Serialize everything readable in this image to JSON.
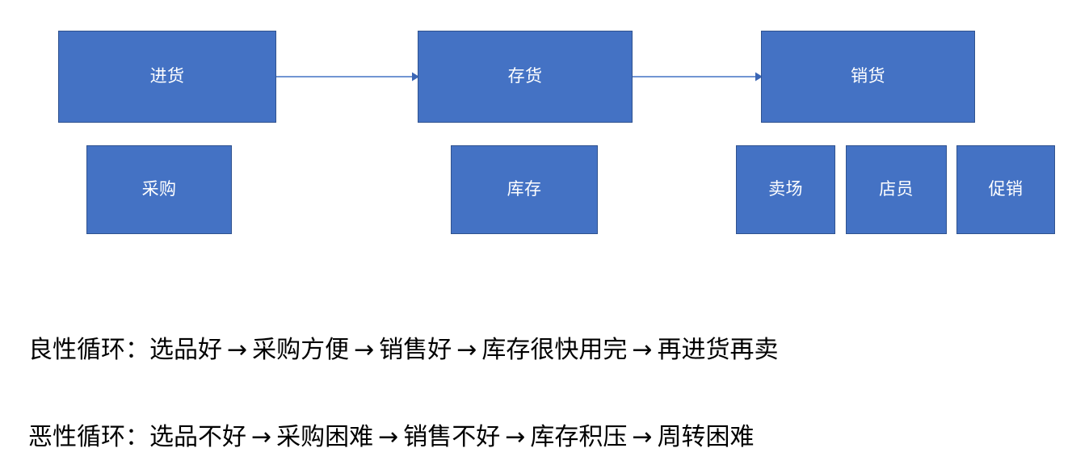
{
  "theme": {
    "box_fill": "#4472C4",
    "box_border": "#2F528F",
    "box_text": "#FFFFFF",
    "connector": "#4472C4",
    "page_background": "#FFFFFF",
    "body_text": "#000000"
  },
  "diagram": {
    "type": "process-flow",
    "main_flow": [
      {
        "id": "purchase",
        "label": "进货"
      },
      {
        "id": "stock",
        "label": "存货"
      },
      {
        "id": "sales",
        "label": "销货"
      }
    ],
    "connectors": [
      {
        "from": "进货",
        "to": "存货",
        "style": "single-arrow"
      },
      {
        "from": "存货",
        "to": "销货",
        "style": "single-arrow"
      }
    ],
    "sub_items": {
      "purchase": [
        {
          "label": "采购"
        }
      ],
      "stock": [
        {
          "label": "库存"
        }
      ],
      "sales": [
        {
          "label": "卖场"
        },
        {
          "label": "店员"
        },
        {
          "label": "促销"
        }
      ]
    }
  },
  "narrative": {
    "virtuous": {
      "title": "良性循环：",
      "steps": [
        "选品好",
        "采购方便",
        "销售好",
        "库存很快用完",
        "再进货再卖"
      ],
      "arrow": "→",
      "full_text": "良性循环：选品好 → 采购方便 → 销售好 → 库存很快用完 → 再进货再卖"
    },
    "vicious": {
      "title": "恶性循环：",
      "steps": [
        "选品不好",
        "采购困难",
        "销售不好",
        "库存积压",
        "周转困难"
      ],
      "arrow": "→",
      "full_text": "恶性循环：选品不好 → 采购困难 → 销售不好 → 库存积压 → 周转困难"
    }
  }
}
